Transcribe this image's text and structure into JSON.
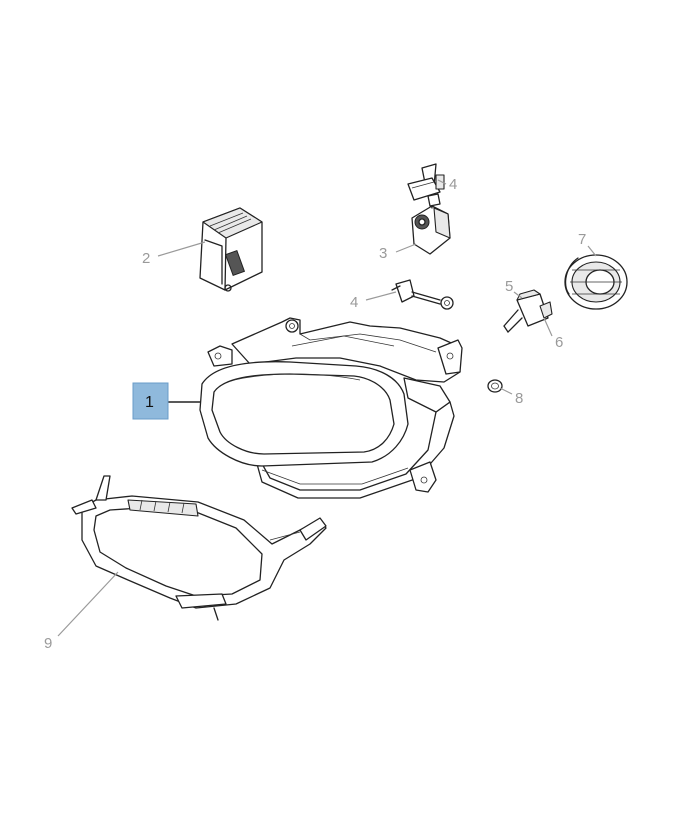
{
  "diagram": {
    "callouts": [
      {
        "id": "c1",
        "label": "1",
        "highlighted": true
      },
      {
        "id": "c2",
        "label": "2"
      },
      {
        "id": "c3",
        "label": "3"
      },
      {
        "id": "c4a",
        "label": "4"
      },
      {
        "id": "c4b",
        "label": "4"
      },
      {
        "id": "c5",
        "label": "5"
      },
      {
        "id": "c6",
        "label": "6"
      },
      {
        "id": "c7",
        "label": "7"
      },
      {
        "id": "c8",
        "label": "8"
      },
      {
        "id": "c9",
        "label": "9"
      }
    ],
    "highlight_color": "#8fb9dc",
    "callout_color": "#9a9a9a"
  }
}
